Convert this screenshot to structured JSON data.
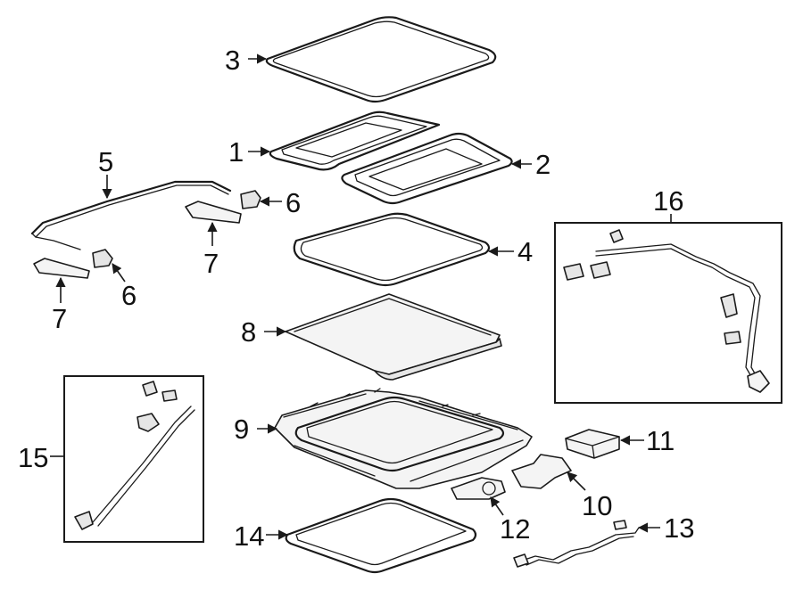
{
  "callouts": {
    "c1": "1",
    "c2": "2",
    "c3": "3",
    "c4": "4",
    "c5": "5",
    "c6a": "6",
    "c6b": "6",
    "c7a": "7",
    "c7b": "7",
    "c8": "8",
    "c9": "9",
    "c10": "10",
    "c11": "11",
    "c12": "12",
    "c13": "13",
    "c14": "14",
    "c15": "15",
    "c16": "16"
  },
  "colors": {
    "line": "#1a1a1a",
    "background": "#ffffff"
  }
}
